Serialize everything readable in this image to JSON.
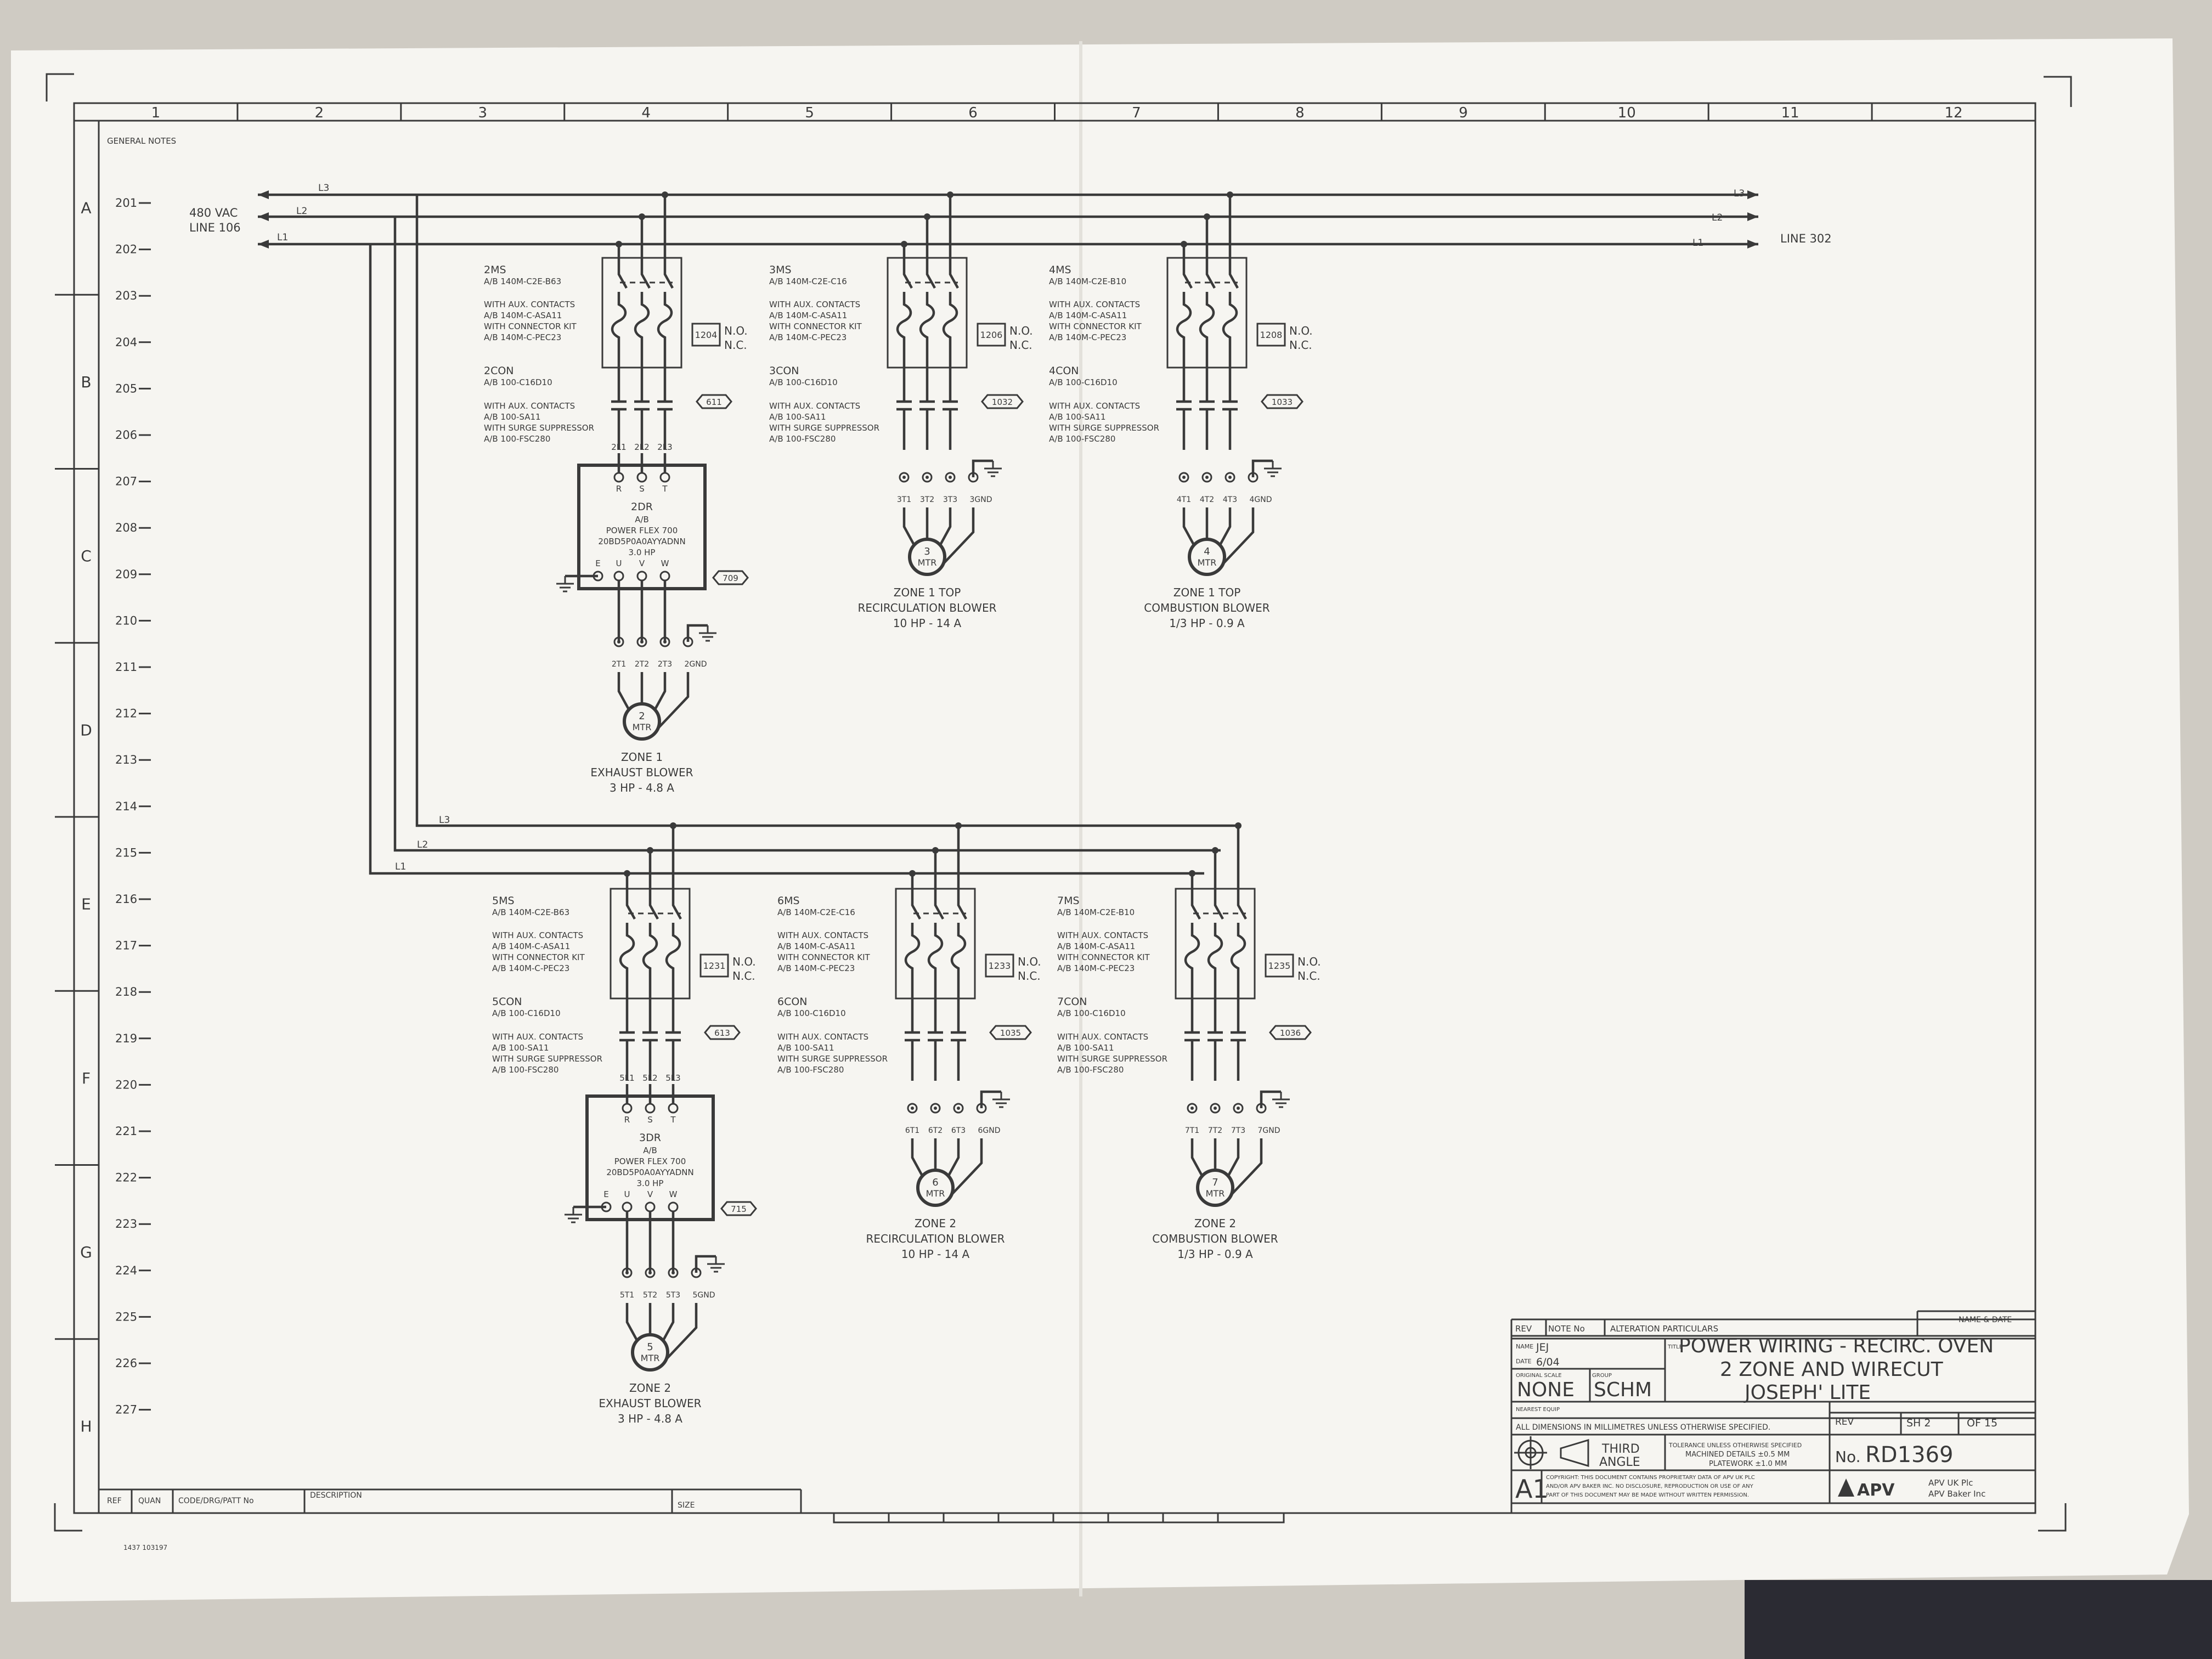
{
  "columns": [
    "1",
    "2",
    "3",
    "4",
    "5",
    "6",
    "7",
    "8",
    "9",
    "10",
    "11",
    "12"
  ],
  "rows": [
    "A",
    "B",
    "C",
    "D",
    "E",
    "F",
    "G",
    "H"
  ],
  "line_numbers": [
    "201",
    "202",
    "203",
    "204",
    "205",
    "206",
    "207",
    "208",
    "209",
    "210",
    "211",
    "212",
    "213",
    "214",
    "215",
    "216",
    "217",
    "218",
    "219",
    "220",
    "221",
    "222",
    "223",
    "224",
    "225",
    "226",
    "227"
  ],
  "general_notes": "GENERAL NOTES",
  "supply": {
    "voltage": "480 VAC",
    "line_from": "LINE 106",
    "line_to": "LINE 302",
    "l1": "L1",
    "l2": "L2",
    "l3": "L3"
  },
  "modules": [
    {
      "ms": "2MS",
      "ms_part": "A/B 140M-C2E-B63",
      "aux_title": "WITH AUX. CONTACTS",
      "aux_part": "A/B 140M-C-ASA11",
      "kit_title": "WITH CONNECTOR KIT",
      "kit_part": "A/B 140M-C-PEC23",
      "con": "2CON",
      "con_part": "A/B 100-C16D10",
      "con_aux_title": "WITH AUX. CONTACTS",
      "con_aux_part": "A/B 100-SA11",
      "sup_title": "WITH SURGE SUPPRESSOR",
      "sup_part": "A/B 100-FSC280",
      "ref_box": "1204",
      "no": "N.O.",
      "nc": "N.C.",
      "tag": "611",
      "drive": {
        "out": [
          "2L1",
          "2L2",
          "2L3"
        ],
        "in": [
          "R",
          "S",
          "T"
        ],
        "name": "2DR",
        "mfr": "A/B",
        "model": "POWER FLEX 700",
        "part": "20BD5P0A0AYYADNN",
        "hp": "3.0 HP",
        "terms": [
          "E",
          "U",
          "V",
          "W"
        ],
        "tag": "709"
      },
      "motor_terms": [
        "2T1",
        "2T2",
        "2T3",
        "2GND"
      ],
      "motor_num": "2",
      "motor": "MTR",
      "label1": "ZONE 1",
      "label2": "EXHAUST BLOWER",
      "rating": "3 HP - 4.8 A"
    },
    {
      "ms": "3MS",
      "ms_part": "A/B 140M-C2E-C16",
      "aux_title": "WITH AUX. CONTACTS",
      "aux_part": "A/B 140M-C-ASA11",
      "kit_title": "WITH CONNECTOR KIT",
      "kit_part": "A/B 140M-C-PEC23",
      "con": "3CON",
      "con_part": "A/B 100-C16D10",
      "con_aux_title": "WITH AUX. CONTACTS",
      "con_aux_part": "A/B 100-SA11",
      "sup_title": "WITH SURGE SUPPRESSOR",
      "sup_part": "A/B 100-FSC280",
      "ref_box": "1206",
      "no": "N.O.",
      "nc": "N.C.",
      "tag": "1032",
      "motor_terms": [
        "3T1",
        "3T2",
        "3T3",
        "3GND"
      ],
      "motor_num": "3",
      "motor": "MTR",
      "label1": "ZONE 1 TOP",
      "label2": "RECIRCULATION BLOWER",
      "rating": "10 HP - 14 A"
    },
    {
      "ms": "4MS",
      "ms_part": "A/B 140M-C2E-B10",
      "aux_title": "WITH AUX. CONTACTS",
      "aux_part": "A/B 140M-C-ASA11",
      "kit_title": "WITH CONNECTOR KIT",
      "kit_part": "A/B 140M-C-PEC23",
      "con": "4CON",
      "con_part": "A/B 100-C16D10",
      "con_aux_title": "WITH AUX. CONTACTS",
      "con_aux_part": "A/B 100-SA11",
      "sup_title": "WITH SURGE SUPPRESSOR",
      "sup_part": "A/B 100-FSC280",
      "ref_box": "1208",
      "no": "N.O.",
      "nc": "N.C.",
      "tag": "1033",
      "motor_terms": [
        "4T1",
        "4T2",
        "4T3",
        "4GND"
      ],
      "motor_num": "4",
      "motor": "MTR",
      "label1": "ZONE 1 TOP",
      "label2": "COMBUSTION BLOWER",
      "rating": "1/3 HP - 0.9 A"
    },
    {
      "ms": "5MS",
      "ms_part": "A/B 140M-C2E-B63",
      "aux_title": "WITH AUX. CONTACTS",
      "aux_part": "A/B 140M-C-ASA11",
      "kit_title": "WITH CONNECTOR KIT",
      "kit_part": "A/B 140M-C-PEC23",
      "con": "5CON",
      "con_part": "A/B 100-C16D10",
      "con_aux_title": "WITH AUX. CONTACTS",
      "con_aux_part": "A/B 100-SA11",
      "sup_title": "WITH SURGE SUPPRESSOR",
      "sup_part": "A/B 100-FSC280",
      "ref_box": "1231",
      "no": "N.O.",
      "nc": "N.C.",
      "tag": "613",
      "drive": {
        "out": [
          "5L1",
          "5L2",
          "5L3"
        ],
        "in": [
          "R",
          "S",
          "T"
        ],
        "name": "3DR",
        "mfr": "A/B",
        "model": "POWER FLEX 700",
        "part": "20BD5P0A0AYYADNN",
        "hp": "3.0 HP",
        "terms": [
          "E",
          "U",
          "V",
          "W"
        ],
        "tag": "715"
      },
      "motor_terms": [
        "5T1",
        "5T2",
        "5T3",
        "5GND"
      ],
      "motor_num": "5",
      "motor": "MTR",
      "label1": "ZONE 2",
      "label2": "EXHAUST BLOWER",
      "rating": "3 HP - 4.8 A"
    },
    {
      "ms": "6MS",
      "ms_part": "A/B 140M-C2E-C16",
      "aux_title": "WITH AUX. CONTACTS",
      "aux_part": "A/B 140M-C-ASA11",
      "kit_title": "WITH CONNECTOR KIT",
      "kit_part": "A/B 140M-C-PEC23",
      "con": "6CON",
      "con_part": "A/B 100-C16D10",
      "con_aux_title": "WITH AUX. CONTACTS",
      "con_aux_part": "A/B 100-SA11",
      "sup_title": "WITH SURGE SUPPRESSOR",
      "sup_part": "A/B 100-FSC280",
      "ref_box": "1233",
      "no": "N.O.",
      "nc": "N.C.",
      "tag": "1035",
      "motor_terms": [
        "6T1",
        "6T2",
        "6T3",
        "6GND"
      ],
      "motor_num": "6",
      "motor": "MTR",
      "label1": "ZONE 2",
      "label2": "RECIRCULATION BLOWER",
      "rating": "10 HP - 14 A"
    },
    {
      "ms": "7MS",
      "ms_part": "A/B 140M-C2E-B10",
      "aux_title": "WITH AUX. CONTACTS",
      "aux_part": "A/B 140M-C-ASA11",
      "kit_title": "WITH CONNECTOR KIT",
      "kit_part": "A/B 140M-C-PEC23",
      "con": "7CON",
      "con_part": "A/B 100-C16D10",
      "con_aux_title": "WITH AUX. CONTACTS",
      "con_aux_part": "A/B 100-SA11",
      "sup_title": "WITH SURGE SUPPRESSOR",
      "sup_part": "A/B 100-FSC280",
      "ref_box": "1235",
      "no": "N.O.",
      "nc": "N.C.",
      "tag": "1036",
      "motor_terms": [
        "7T1",
        "7T2",
        "7T3",
        "7GND"
      ],
      "motor_num": "7",
      "motor": "MTR",
      "label1": "ZONE 2",
      "label2": "COMBUSTION BLOWER",
      "rating": "1/3 HP - 0.9 A"
    }
  ],
  "title_block": {
    "rev_h": "REV",
    "note_h": "NOTE No",
    "alt_h": "ALTERATION PARTICULARS",
    "name_date_h": "NAME & DATE",
    "name_label": "NAME",
    "name": "JEJ",
    "date_label": "DATE",
    "date": "6/04",
    "scale_label": "ORIGINAL SCALE",
    "scale": "NONE",
    "group_label": "GROUP",
    "group": "SCHM",
    "equip_label": "NEAREST EQUIP",
    "title_label": "TITLE",
    "title1": "POWER WIRING - RECIRC. OVEN",
    "title2": "2 ZONE AND WIRECUT",
    "title3": "JOSEPH' LITE",
    "dims_note": "ALL DIMENSIONS IN MILLIMETRES UNLESS OTHERWISE SPECIFIED.",
    "rev_label": "REV",
    "sheet": "SH 2",
    "of": "OF 15",
    "third": "THIRD",
    "angle": "ANGLE",
    "tol1": "TOLERANCE UNLESS OTHERWISE SPECIFIED",
    "tol2": "MACHINED DETAILS  ±0.5 MM",
    "tol3": "PLATEWORK  ±1.0 MM",
    "no": "No.",
    "drawing_no": "RD1369",
    "size": "A1",
    "copy1": "COPYRIGHT: THIS DOCUMENT CONTAINS PROPRIETARY DATA OF APV UK PLC",
    "copy2": "AND/OR APV BAKER INC. NO DISCLOSURE, REPRODUCTION OR USE OF ANY",
    "copy3": "PART OF THIS DOCUMENT MAY BE MADE WITHOUT WRITTEN PERMISSION.",
    "brand": "APV",
    "co1": "APV UK Plc",
    "co2": "APV Baker Inc"
  },
  "bottom_strip": {
    "ref": "REF",
    "quan": "QUAN",
    "code": "CODE/DRG/PATT No",
    "desc": "DESCRIPTION",
    "size": "SIZE",
    "print_code": "1437 103197"
  }
}
